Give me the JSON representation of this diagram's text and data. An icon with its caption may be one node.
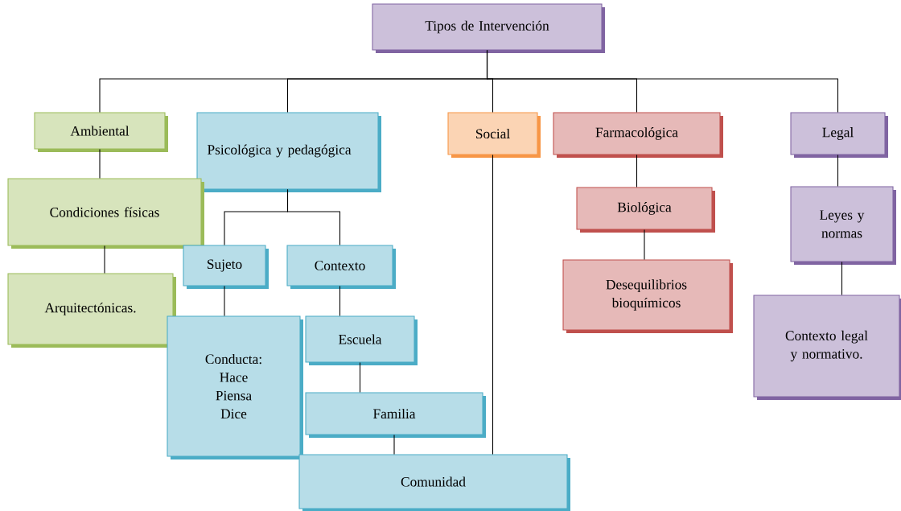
{
  "diagram": {
    "nodes": [
      {
        "text": [
          "Tipos de Intervención"
        ]
      },
      {
        "text": [
          "Ambiental"
        ]
      },
      {
        "text": [
          "Psicológica y pedagógica"
        ]
      },
      {
        "text": [
          "Social"
        ]
      },
      {
        "text": [
          "Farmacológica"
        ]
      },
      {
        "text": [
          "Legal"
        ]
      },
      {
        "text": [
          "Condiciones físicas"
        ]
      },
      {
        "text": [
          "Arquitectónicas."
        ]
      },
      {
        "text": [
          "Sujeto"
        ]
      },
      {
        "text": [
          "Contexto"
        ]
      },
      {
        "text": [
          "Conducta: Hace Piensa Dice"
        ]
      },
      {
        "text": [
          "Escuela"
        ]
      },
      {
        "text": [
          "Familia"
        ]
      },
      {
        "text": [
          "Comunidad"
        ]
      },
      {
        "text": [
          "Biológica"
        ]
      },
      {
        "text": [
          "Desequilibrios bioquímicos"
        ]
      },
      {
        "text": [
          "Leyes y normas"
        ]
      },
      {
        "text": [
          "Contexto legal y normativo."
        ]
      }
    ],
    "edges": [
      {
        "from": 0,
        "to": 1,
        "arrow": "none"
      },
      {
        "from": 0,
        "to": 2,
        "arrow": "none"
      },
      {
        "from": 0,
        "to": 3,
        "arrow": "none"
      },
      {
        "from": 0,
        "to": 4,
        "arrow": "none"
      },
      {
        "from": 0,
        "to": 5,
        "arrow": "none"
      },
      {
        "from": 1,
        "to": 6,
        "arrow": "none"
      },
      {
        "from": 6,
        "to": 7,
        "arrow": "none"
      },
      {
        "from": 2,
        "to": 8,
        "arrow": "none"
      },
      {
        "from": 2,
        "to": 9,
        "arrow": "none"
      },
      {
        "from": 8,
        "to": 10,
        "arrow": "none"
      },
      {
        "from": 9,
        "to": 11,
        "arrow": "none"
      },
      {
        "from": 11,
        "to": 12,
        "arrow": "none"
      },
      {
        "from": 12,
        "to": 13,
        "arrow": "none"
      },
      {
        "from": 3,
        "to": 13,
        "arrow": "none"
      },
      {
        "from": 4,
        "to": 14,
        "arrow": "none"
      },
      {
        "from": 14,
        "to": 15,
        "arrow": "none"
      },
      {
        "from": 5,
        "to": 16,
        "arrow": "none"
      },
      {
        "from": 16,
        "to": 17,
        "arrow": "none"
      }
    ]
  }
}
